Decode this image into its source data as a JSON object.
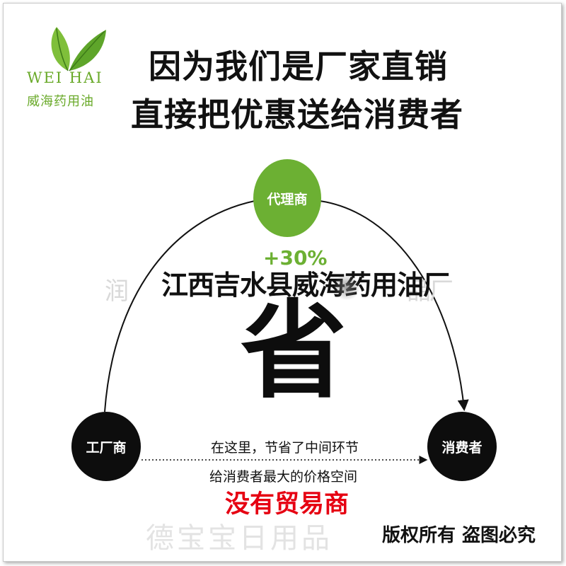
{
  "logo": {
    "brand_en": "WEI HAI",
    "brand_cn": "威海药用油",
    "icon": "leaf-icon",
    "color": "#6aaa2a"
  },
  "headline": {
    "line1": "因为我们是厂家直销",
    "line2": "直接把优惠送给消费者"
  },
  "flow": {
    "agent_label": "代理商",
    "agent_percent": "+30%",
    "factory_label": "工厂商",
    "consumer_label": "消费者",
    "agent_color": "#6cb033",
    "node_color": "#0d0d0d"
  },
  "watermark": {
    "middle_text": "江西吉水县威海药用油厂",
    "left_fragment": "润",
    "right_fragment": "品厂",
    "bottom_text": "德宝宝日用品"
  },
  "center": {
    "big_char": "省",
    "note_line1": "在这里，节省了中间环节",
    "note_line2": "给消费者最大的价格空间",
    "highlight": "没有贸易商",
    "highlight_color": "#e60012"
  },
  "footer": {
    "copyright": "版权所有 盗图必究"
  }
}
